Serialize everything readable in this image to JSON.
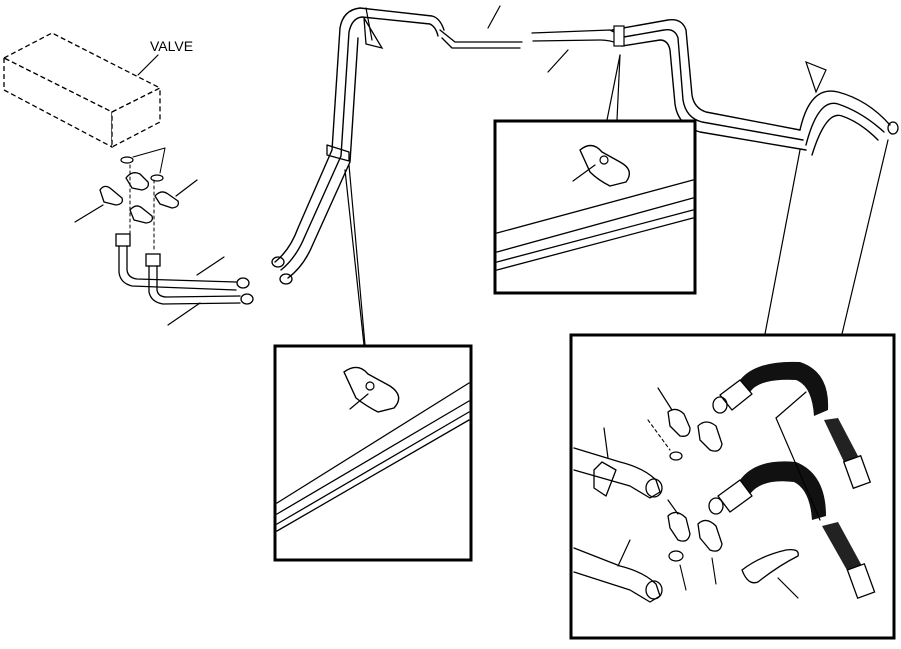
{
  "labels": {
    "valve": "VALVE"
  },
  "colors": {
    "ink": "#000000",
    "paper": "#ffffff",
    "hose": "#111111"
  },
  "parts": {
    "valve_block": "valve-block",
    "tube_assembly_main": "tube-assembly",
    "detail_views": [
      "clamp-detail-upper",
      "clamp-detail-lower",
      "hose-connection-detail"
    ]
  }
}
